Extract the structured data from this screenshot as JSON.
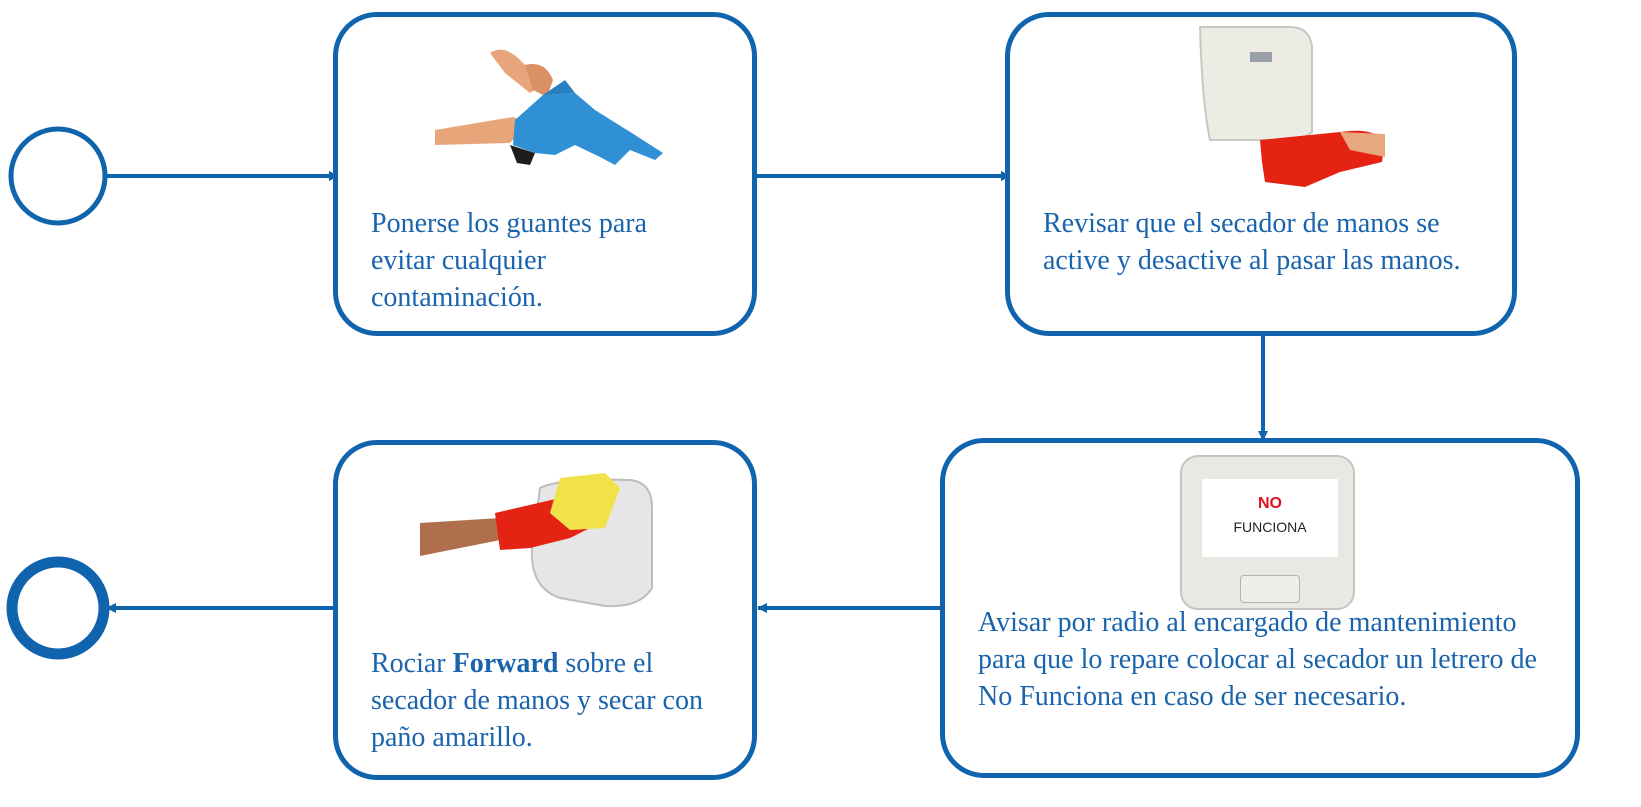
{
  "flow": {
    "step1": {
      "text": "Ponerse los guantes para evitar cualquier contaminación.",
      "image": "hands-putting-on-blue-gloves"
    },
    "step2": {
      "text": "Revisar que el secador de manos se active y desactive al pasar las manos.",
      "image": "gloved-hand-under-dryer"
    },
    "step3": {
      "text": "Avisar por radio al encargado de mantenimiento para que lo repare colocar al secador un letrero de No Funciona en caso de ser necesario.",
      "image": "dryer-with-sign",
      "sign_line1": "NO",
      "sign_line2": "FUNCIONA"
    },
    "step4": {
      "text_pre": "Rociar ",
      "text_bold": "Forward",
      "text_post": " sobre el secador de manos y secar con paño amarillo.",
      "image": "wiping-dryer-yellow-cloth"
    }
  },
  "colors": {
    "stroke": "#1063ad",
    "text": "#1a63ad",
    "sign_red": "#e0121b"
  }
}
